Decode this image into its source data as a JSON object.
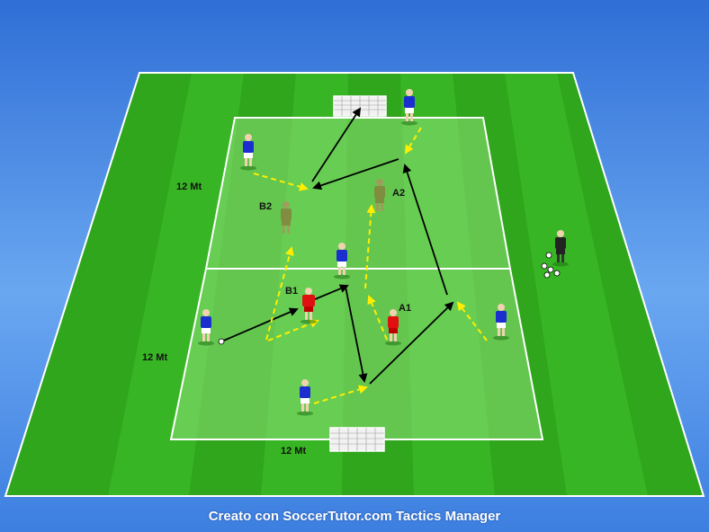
{
  "labels": {
    "dimension_left_top": "12 Mt",
    "dimension_left_bottom": "12 Mt",
    "dimension_bottom": "12 Mt",
    "player_b2": "B2",
    "player_a2": "A2",
    "player_b1": "B1",
    "player_a1": "A1"
  },
  "footer": {
    "credit": "Creato con SoccerTutor.com Tactics Manager"
  },
  "colors": {
    "pitch_light": "#3fbf2b",
    "pitch_dark": "#2a9e1a",
    "zone_fill": "#7fd06a",
    "blue_team": "#1b2fcf",
    "red_team": "#e01010",
    "ghost_team": "#8a7a3a",
    "coach": "#222222",
    "pass_arrow": "#000000",
    "move_arrow": "#ffee00"
  }
}
